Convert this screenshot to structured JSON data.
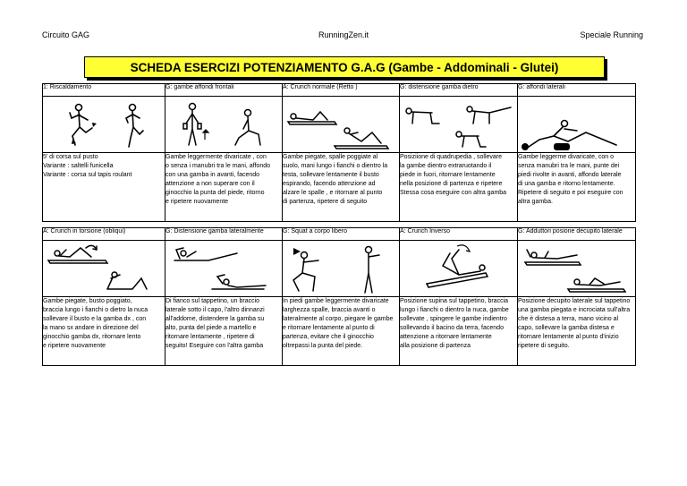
{
  "header": {
    "left": "Circuito GAG",
    "center": "RunningZen.it",
    "right": "Speciale Running"
  },
  "title": "SCHEDA ESERCIZI POTENZIAMENTO G.A.G (Gambe - Addominali - Glutei)",
  "row1": {
    "labels": [
      "1: Riscaldamento",
      "G: gambe affondi frontali",
      "A: Crunch normale (Retto )",
      "G: distensione gamba dietro",
      "G: affondi laterali"
    ],
    "descriptions": [
      [
        "5' di corsa sul pusto",
        "Variante : saltelli funicella",
        "Variante : corsa sul tapis roulant"
      ],
      [
        "Gambe leggermente divaricate , con",
        "o senza i manubri tra le mani, affondo",
        "con una gamba in avanti, facendo",
        "attenzione a non superare con il",
        "ginocchio la punta del piede, ritorno",
        "e ripetere nuovamente"
      ],
      [
        "Gambe piegate, spalle poggiate al",
        "suolo, mani lungo i fianchi o dientro la",
        "testa, sollevare lentamente il busto",
        "espirando, facendo attenzione ad",
        "alzare le spalle , e ritornare al punto",
        "di partenza, ripetere di seguito"
      ],
      [
        "Posiziione di quadrupedia , sollevare",
        "la gambe dientro extraruotando il",
        "piede in fuori, ritornare lentamente",
        "nella posizione di partenza e ripetere",
        "Stessa cosa eseguire con altra gamba"
      ],
      [
        "Gambe leggerme divaricate, con o",
        "senza manubri tra le mani, punte dei",
        "piedi rivolte in avanti, affondo laterale",
        "di una gamba e ritorno lentamente.",
        "Ripetere di seguito e poi eseguire con",
        "altra gamba."
      ]
    ]
  },
  "row2": {
    "labels": [
      "A: Crunch in torsione (obliqui)",
      "G: Distensione gamba lateralmente",
      "G: Squat a corpo libero",
      "A: Crunch Inverso",
      "G: Adduttori posione decupito laterale"
    ],
    "descriptions": [
      [
        "Gambe piegate, busto poggiato,",
        "braccia lungo i fianchi o dietro la nuca",
        "sollevare il busto e la gamba dx , con",
        "la mano sx andare in direzione del",
        "ginocchio gamba dx, ritornare lento",
        "e ripetere nuovamente"
      ],
      [
        "Di fianco sul tappetino, un braccio",
        "laterale sotto il capo, l'altro dinnanzi",
        "all'addome, distendere la gamba su",
        "alto, punta del piede a martello e",
        "ritornare lentamente , ripetere di",
        "seguito! Eseguire con l'altra gamba"
      ],
      [
        "In piedi gambe leggermente divaricate",
        "larghezza spalle, braccia avanti o",
        "lateralmente al corpo, piegare le gambe",
        "e ritornare lentamente al punto di",
        "partenza, evitare che il ginocchio",
        "oltrepassi la punta del piede."
      ],
      [
        "Posizione supina sul tappetino, braccia",
        "lungo i fianchi o dientro la nuca, gambe",
        "sollevate , spingere le gambe indientro",
        "sollevando il bacino da terra, facendo",
        "attenzione a ritornare lentamente",
        "alla posizione di partenza"
      ],
      [
        "Posizione decupito laterale sul tappetino",
        "una gamba piegata e incrociata sull'altra",
        "che è distesa a terra, mano vicino al",
        "capo, sollevare la gamba distesa e",
        "ritornare lentamente al punto d'inizio",
        "ripetere di seguito."
      ]
    ]
  }
}
